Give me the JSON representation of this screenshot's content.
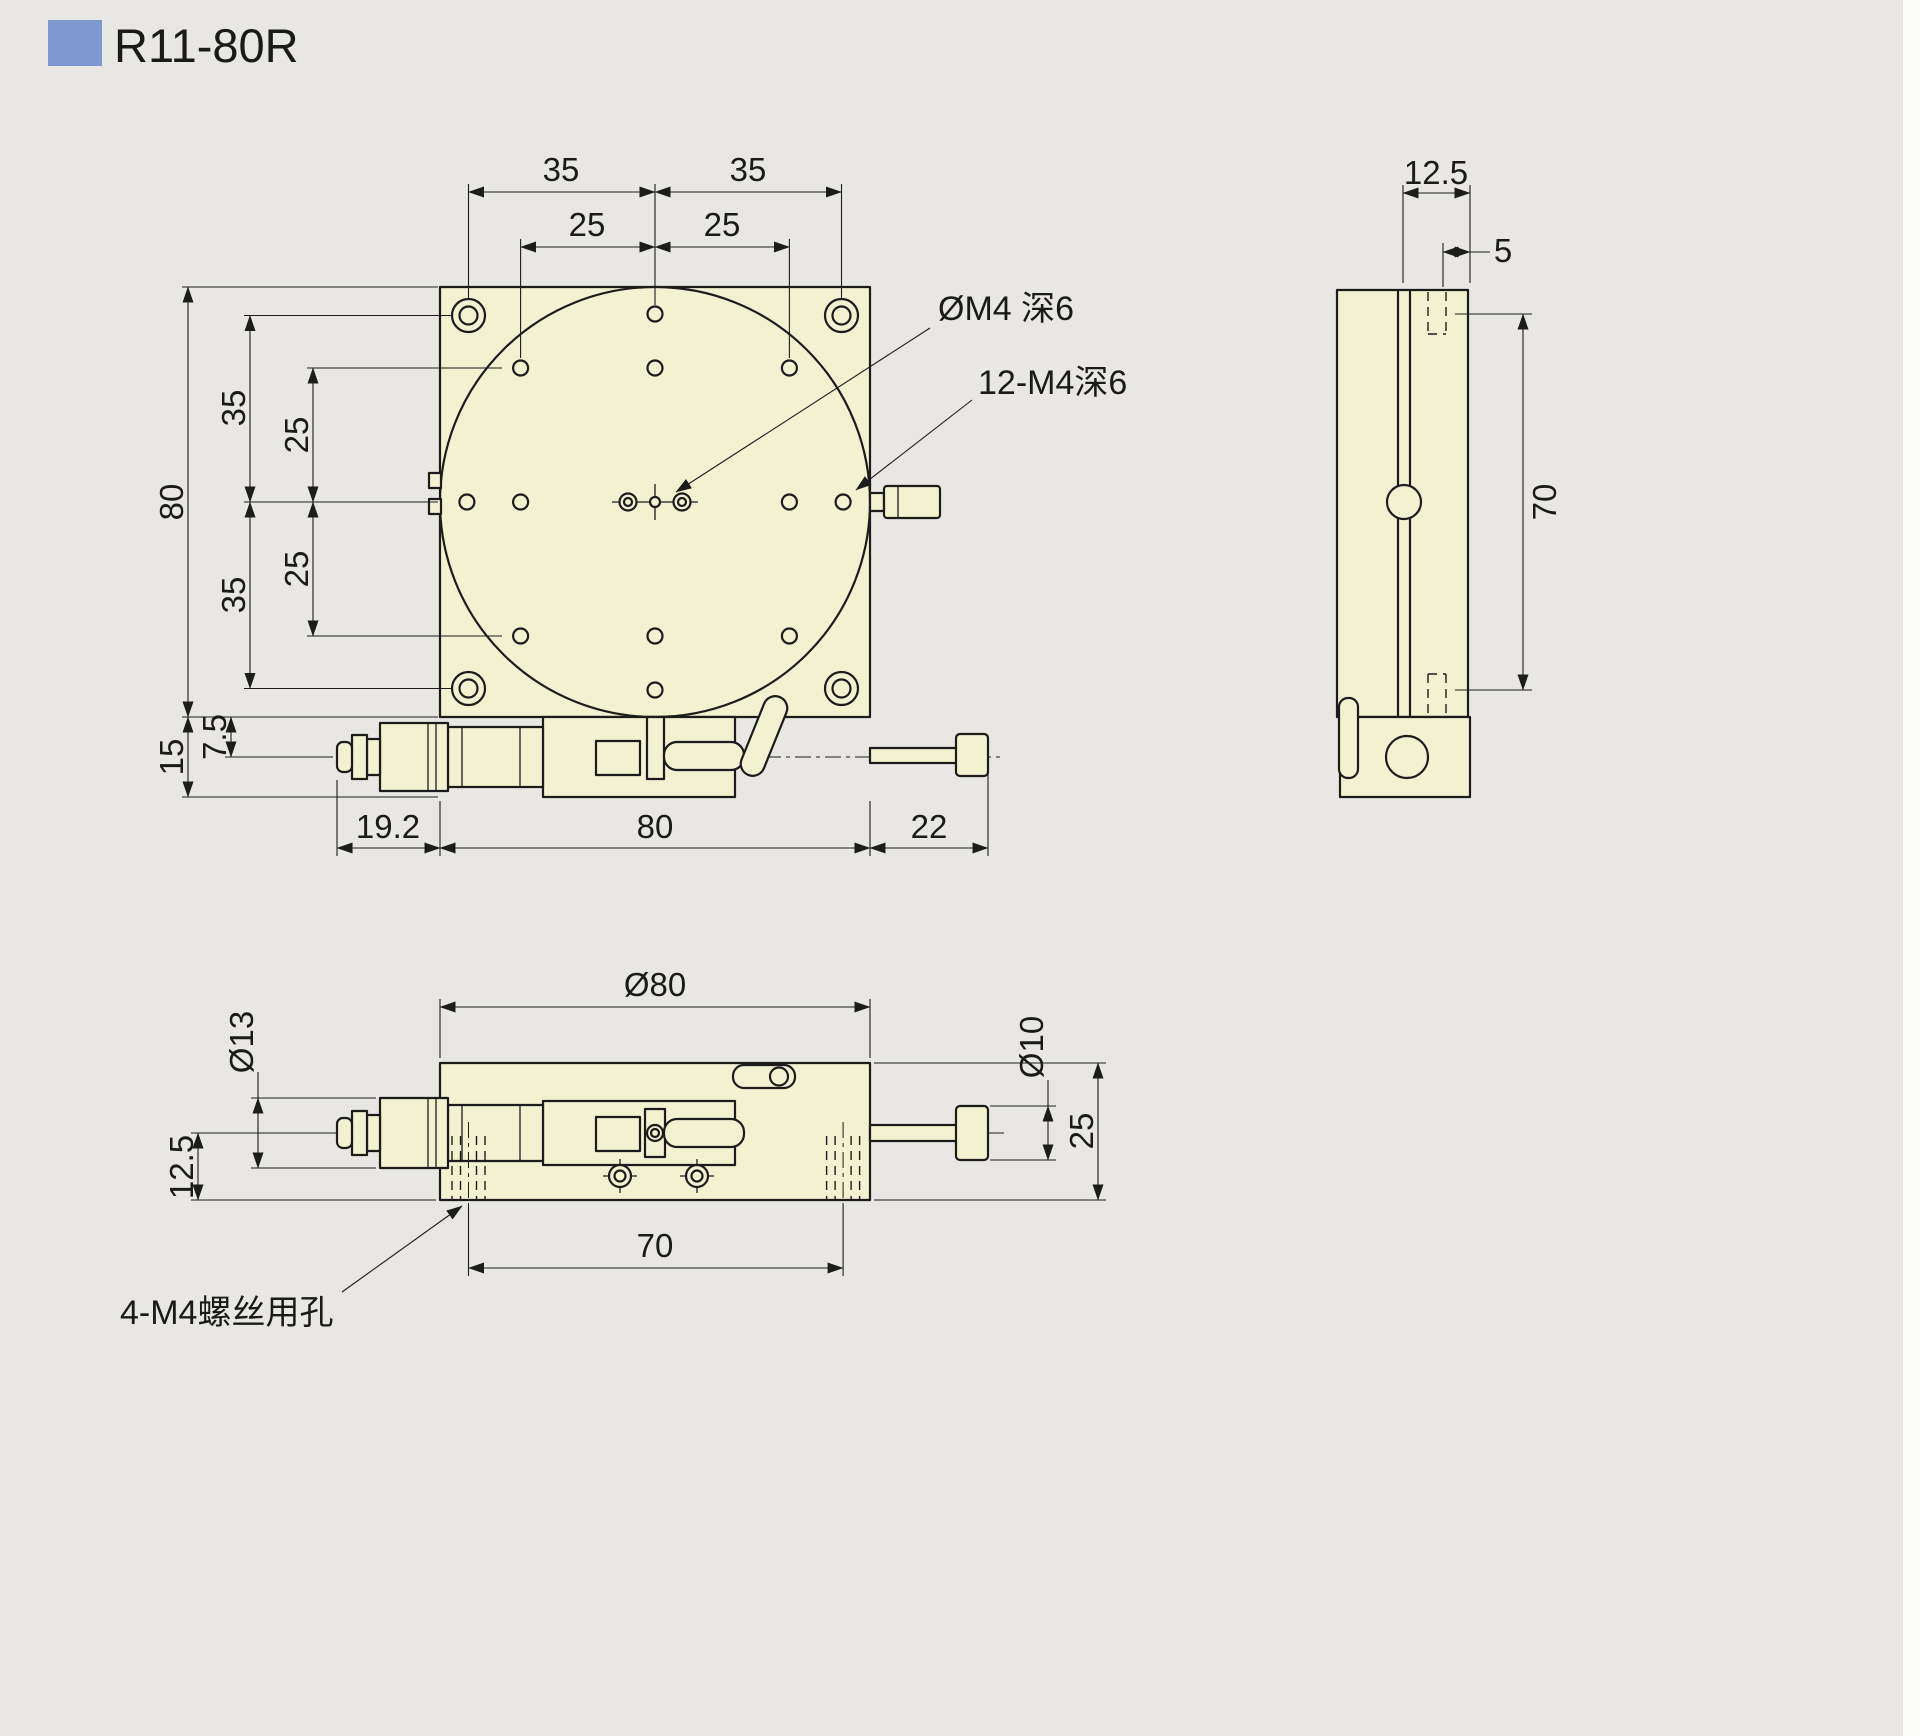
{
  "title": "R11-80R",
  "colors": {
    "bg": "#e8e7e3",
    "accent": "#7e98d0",
    "part": "#f2f1d0",
    "line": "#1c1c1c",
    "text": "#1a1a1a"
  },
  "top_view": {
    "dims": {
      "top_35_left": "35",
      "top_35_right": "35",
      "top_25_left": "25",
      "top_25_right": "25",
      "left_80": "80",
      "left_35_upper": "35",
      "left_25_upper": "25",
      "left_25_lower": "25",
      "left_35_lower": "35",
      "left_15": "15",
      "left_7_5": "7.5",
      "bottom_19_2": "19.2",
      "bottom_80": "80",
      "bottom_22": "22"
    },
    "annotations": {
      "center_hole": "ØM4 深6",
      "pattern_holes": "12-M4深6"
    }
  },
  "side_view": {
    "dims": {
      "top_12_5": "12.5",
      "top_5": "5",
      "right_70": "70"
    }
  },
  "bottom_view": {
    "dims": {
      "dia_80": "Ø80",
      "dia_13": "Ø13",
      "dia_10": "Ø10",
      "left_12_5": "12.5",
      "right_25": "25",
      "bottom_70": "70"
    },
    "annotations": {
      "corner_holes": "4-M4螺丝用孔"
    }
  }
}
